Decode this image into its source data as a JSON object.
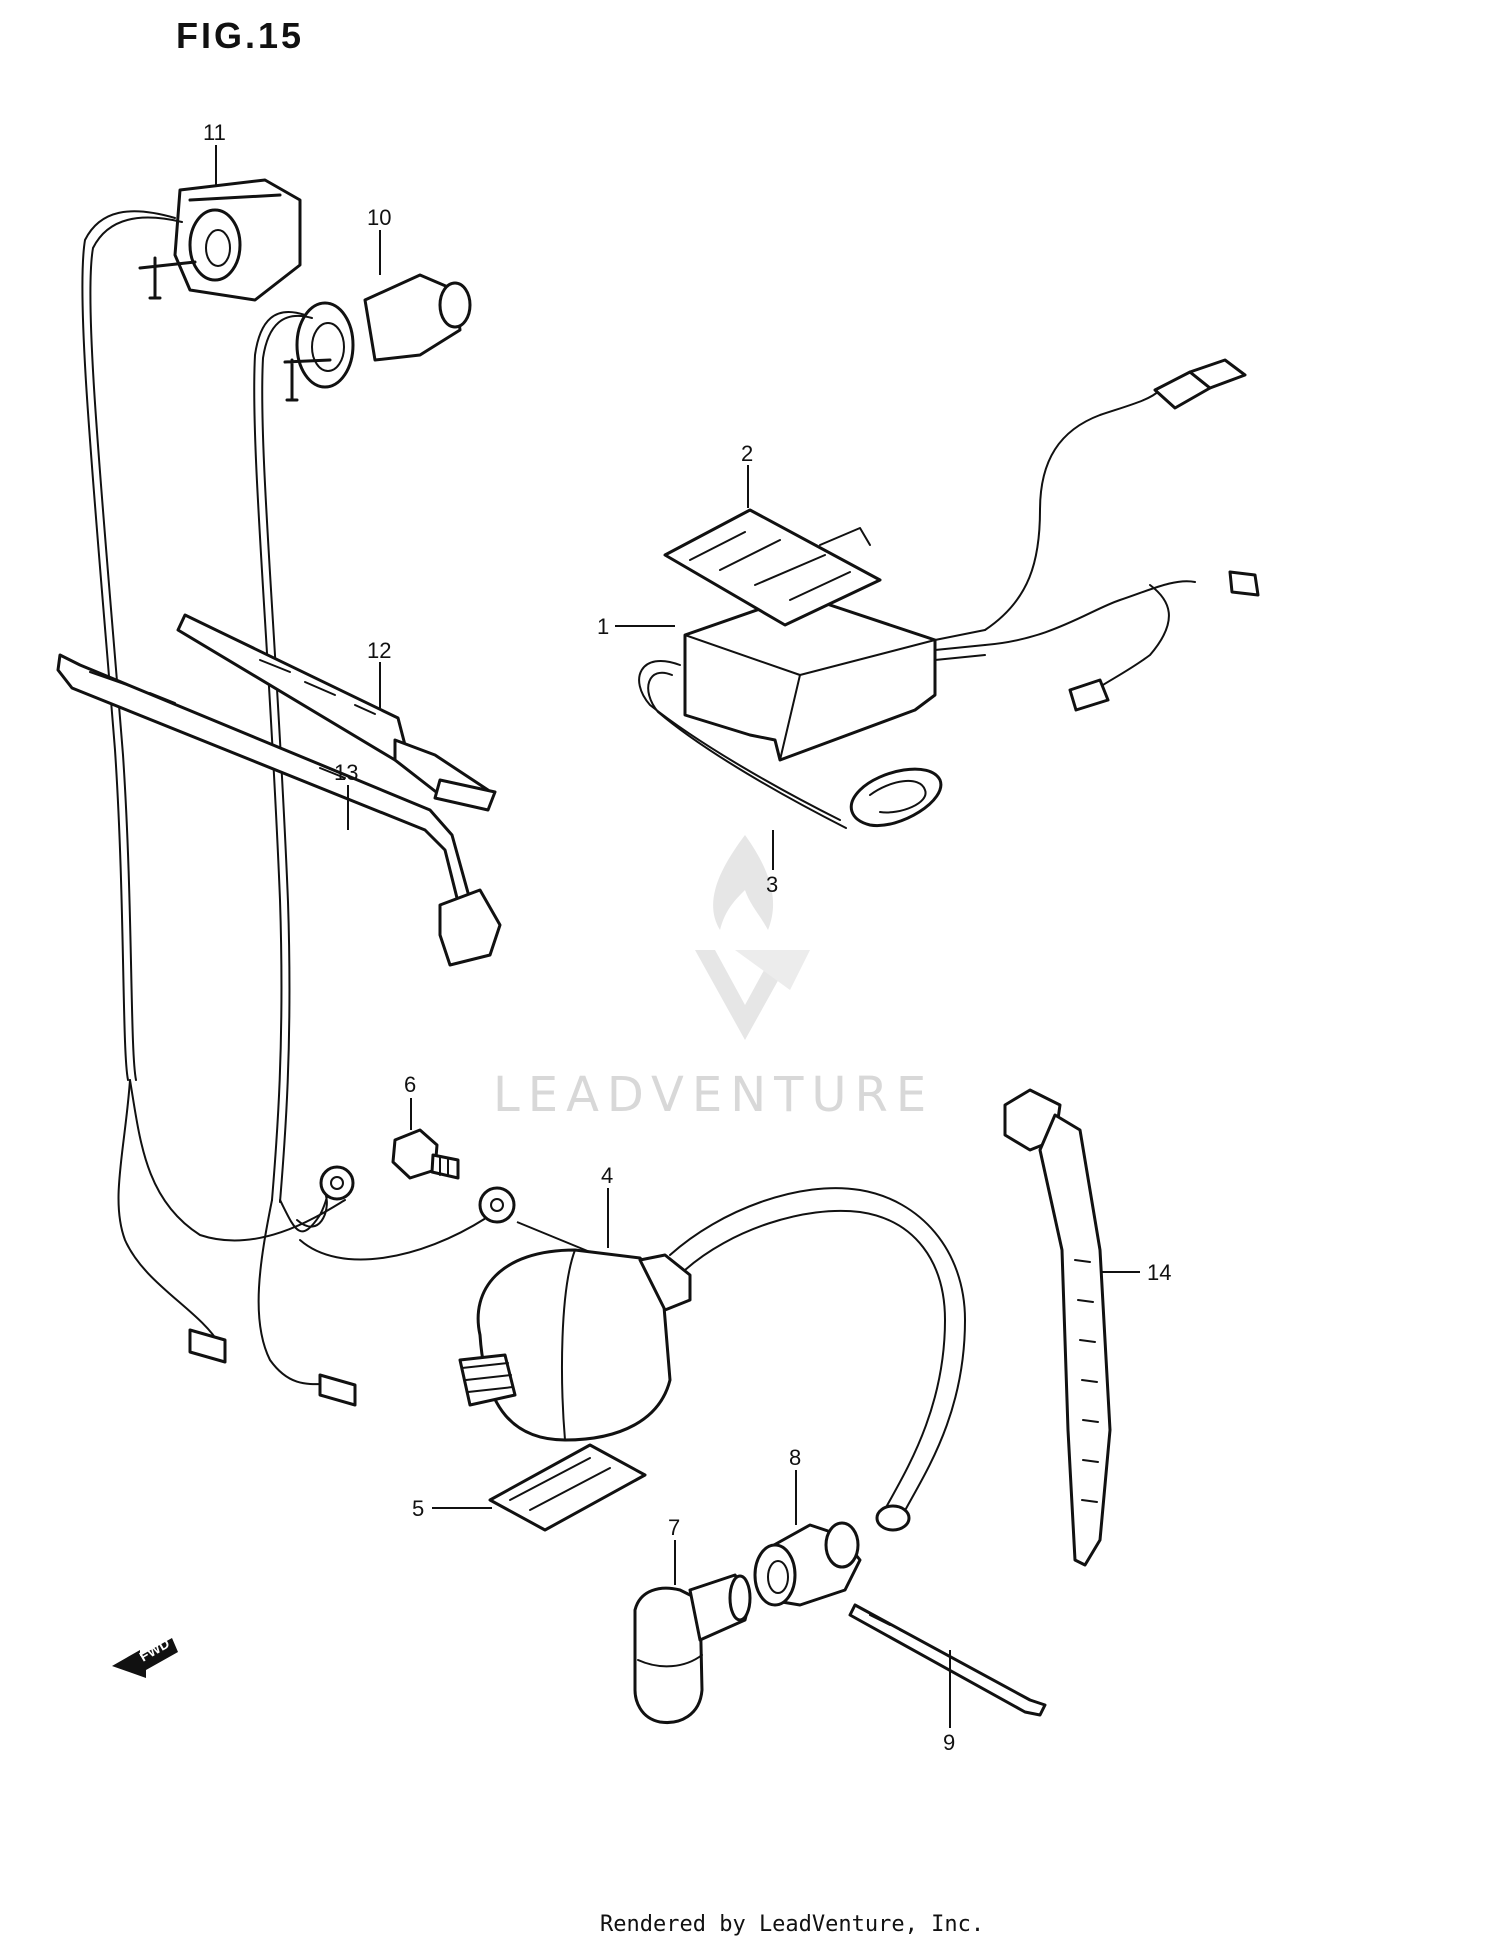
{
  "figure": {
    "title": "FIG.15"
  },
  "callouts": [
    "1",
    "2",
    "3",
    "4",
    "5",
    "6",
    "7",
    "8",
    "9",
    "10",
    "11",
    "12",
    "13",
    "14"
  ],
  "watermark": {
    "text": "LEADVENTURE"
  },
  "fwd_arrow": {
    "label": "FWD"
  },
  "footer": {
    "text": "Rendered by LeadVenture, Inc."
  }
}
